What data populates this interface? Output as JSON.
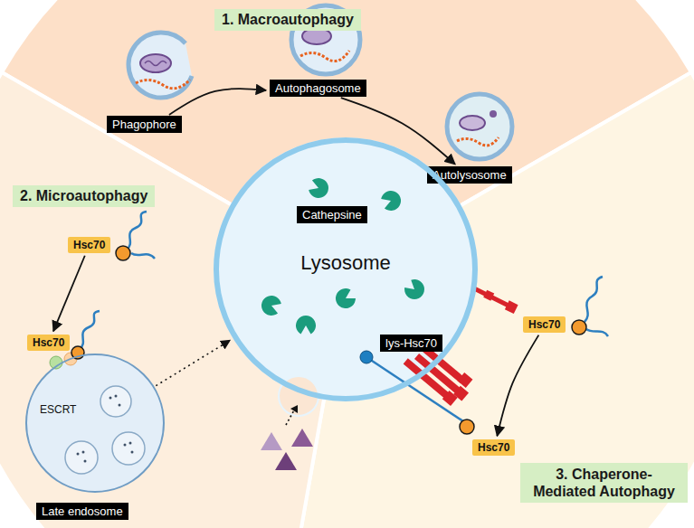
{
  "diagram": {
    "nodes": [
      {
        "text": [
          "1. Macroautophagy"
        ]
      },
      {
        "text": [
          "Phagophore"
        ]
      },
      {
        "text": [
          "Autophagosome"
        ]
      },
      {
        "text": [
          "Autolysosome"
        ]
      },
      {
        "text": [
          "Lysosome"
        ]
      },
      {
        "text": [
          "Cathepsine"
        ],
        "in": 4
      },
      {
        "text": [
          "lys-Hsc70"
        ],
        "in": 4
      },
      {
        "text": [
          "2. Microautophagy"
        ]
      },
      {
        "text": [
          "Hsc70"
        ]
      },
      {
        "text": [
          "ESCRT",
          "Late endosome"
        ]
      },
      {
        "text": [
          "Hsc70"
        ]
      },
      {
        "text": [
          "Hsc70"
        ]
      },
      {
        "text": [
          "Hsc70"
        ]
      },
      {
        "text": [
          "3. Chaperone-Mediated Autophagy"
        ]
      }
    ],
    "edges": [
      {
        "from": 1,
        "to": 2,
        "arrow": "to"
      },
      {
        "from": 2,
        "to": 3,
        "arrow": "to"
      },
      {
        "from": 8,
        "to": 10,
        "arrow": "to"
      },
      {
        "from": 9,
        "to": 4,
        "arrow": "to"
      },
      {
        "from": 11,
        "to": 12,
        "arrow": "to"
      }
    ]
  }
}
